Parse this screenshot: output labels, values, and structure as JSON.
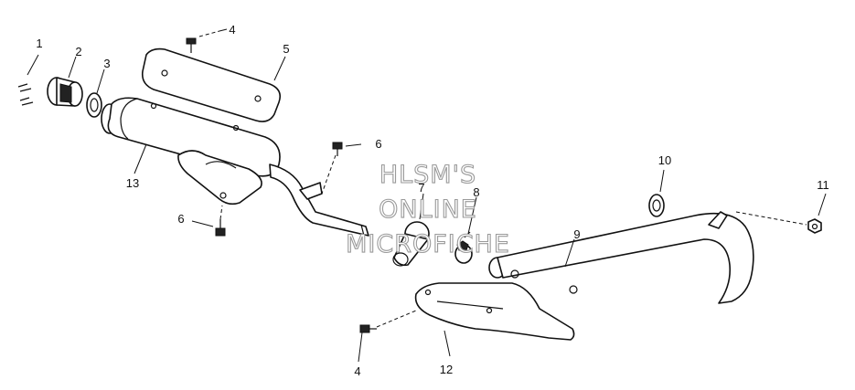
{
  "callouts": {
    "c1": "1",
    "c2": "2",
    "c3": "3",
    "c4a": "4",
    "c5": "5",
    "c6a": "6",
    "c6b": "6",
    "c7": "7",
    "c8": "8",
    "c9": "9",
    "c10": "10",
    "c11": "11",
    "c12": "12",
    "c13": "13",
    "c4b": "4"
  },
  "watermark": {
    "line1": "HLSM'S",
    "line2": "ONLINE",
    "line3": "MICROFICHE"
  }
}
